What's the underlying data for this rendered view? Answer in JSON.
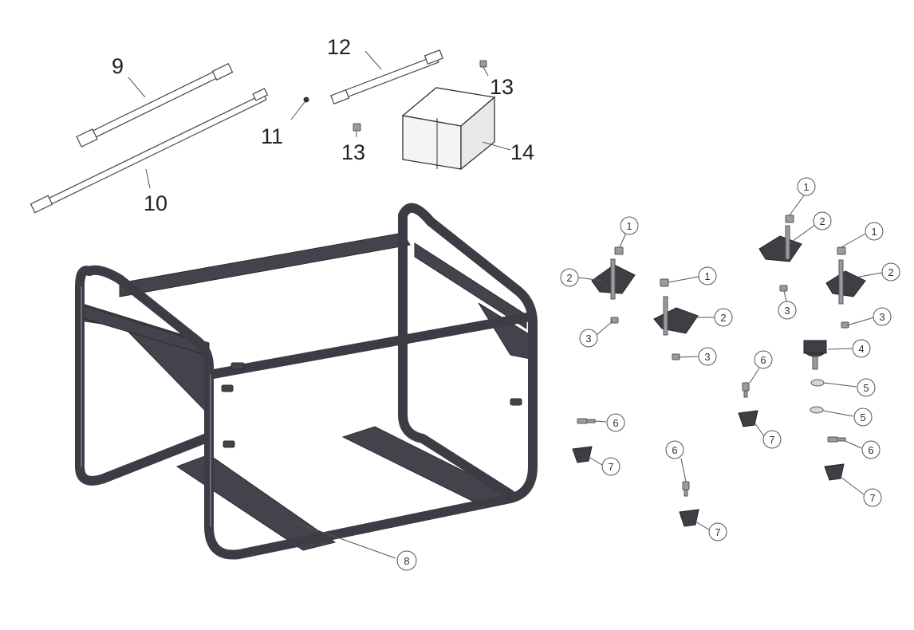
{
  "callouts": [
    {
      "id": "c1",
      "label": "9"
    },
    {
      "id": "c2",
      "label": "10"
    },
    {
      "id": "c3",
      "label": "11"
    },
    {
      "id": "c4",
      "label": "12"
    },
    {
      "id": "c5",
      "label": "13"
    },
    {
      "id": "c6",
      "label": "13"
    },
    {
      "id": "c7",
      "label": "14"
    },
    {
      "id": "c8",
      "label": "8"
    },
    {
      "id": "c9",
      "label": "1"
    },
    {
      "id": "c10",
      "label": "2"
    },
    {
      "id": "c11",
      "label": "3"
    },
    {
      "id": "c12",
      "label": "1"
    },
    {
      "id": "c13",
      "label": "2"
    },
    {
      "id": "c14",
      "label": "3"
    },
    {
      "id": "c15",
      "label": "1"
    },
    {
      "id": "c16",
      "label": "2"
    },
    {
      "id": "c17",
      "label": "3"
    },
    {
      "id": "c18",
      "label": "1"
    },
    {
      "id": "c19",
      "label": "2"
    },
    {
      "id": "c20",
      "label": "3"
    },
    {
      "id": "c21",
      "label": "4"
    },
    {
      "id": "c22",
      "label": "5"
    },
    {
      "id": "c23",
      "label": "5"
    },
    {
      "id": "c24",
      "label": "6"
    },
    {
      "id": "c25",
      "label": "7"
    },
    {
      "id": "c26",
      "label": "6"
    },
    {
      "id": "c27",
      "label": "7"
    },
    {
      "id": "c28",
      "label": "6"
    },
    {
      "id": "c29",
      "label": "7"
    },
    {
      "id": "c30",
      "label": "6"
    },
    {
      "id": "c31",
      "label": "7"
    }
  ]
}
